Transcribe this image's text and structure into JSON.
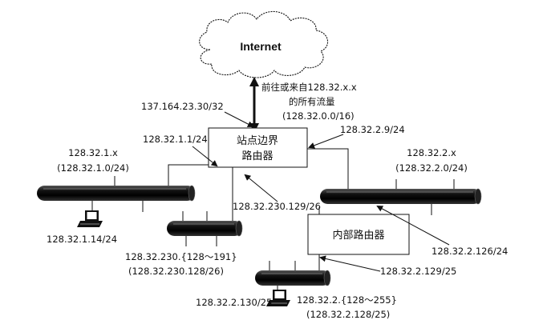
{
  "colors": {
    "ink": "#111111",
    "cable": "#1a1a1a",
    "cable_highlight": "#8a8a8a"
  },
  "cloud": {
    "label": "Internet"
  },
  "traffic_note": {
    "line1": "前往或来自128.32.x.x",
    "line2": "的所有流量",
    "line3": "(128.32.0.0/16)"
  },
  "border_router": {
    "line1": "站点边界",
    "line2": "路由器",
    "ext_iface": "137.164.23.30/32",
    "if_left": "128.32.1.1/24",
    "if_right": "128.32.2.9/24",
    "if_bottom": "128.32.230.129/26"
  },
  "internal_router": {
    "label": "内部路由器",
    "if_top": "128.32.2.126/24",
    "if_bottom": "128.32.2.129/25"
  },
  "segments": {
    "left": {
      "line1": "128.32.1.x",
      "line2": "(128.32.1.0/24)"
    },
    "right": {
      "line1": "128.32.2.x",
      "line2": "(128.32.2.0/24)"
    },
    "middle": {
      "line1": "128.32.230.{128～191}",
      "line2": "(128.32.230.128/26)"
    },
    "bottom": {
      "line1": "128.32.2.{128～255}",
      "line2": "(128.32.2.128/25)"
    }
  },
  "hosts": {
    "left_host": {
      "icon": "computer-icon",
      "label": "128.32.1.14/24"
    },
    "bottom_host": {
      "icon": "computer-icon",
      "label": "128.32.2.130/25"
    }
  }
}
